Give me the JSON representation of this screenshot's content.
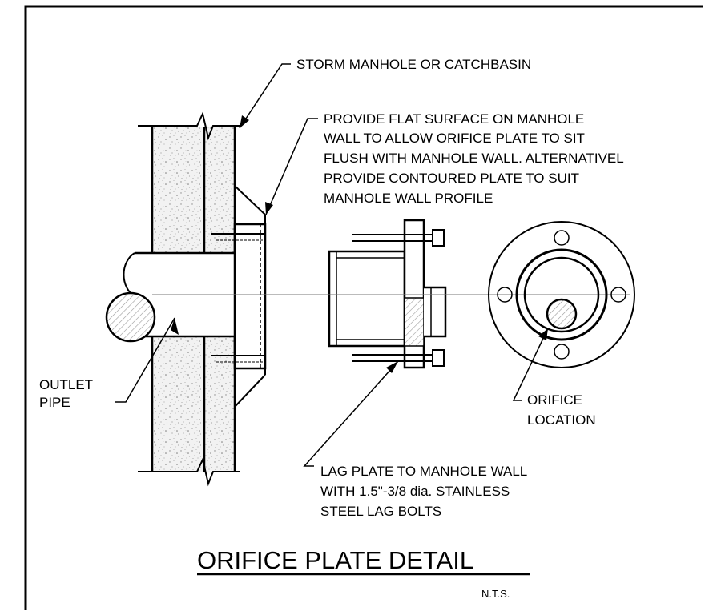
{
  "labels": {
    "storm_manhole": "STORM MANHOLE OR CATCHBASIN",
    "flat_surface_lines": [
      "PROVIDE FLAT SURFACE ON MANHOLE",
      "WALL TO ALLOW ORIFICE PLATE TO SIT",
      "FLUSH WITH MANHOLE WALL. ALTERNATIVEL",
      "PROVIDE CONTOURED PLATE  TO SUIT",
      "MANHOLE WALL PROFILE"
    ],
    "outlet_pipe_lines": [
      "OUTLET",
      "PIPE"
    ],
    "orifice_location_lines": [
      "ORIFICE",
      "LOCATION"
    ],
    "lag_plate_lines": [
      "LAG PLATE TO MANHOLE WALL",
      "WITH 1.5\"-3/8 dia. STAINLESS",
      "STEEL LAG BOLTS"
    ]
  },
  "title": "ORIFICE PLATE DETAIL",
  "scale_note": "N.T.S."
}
